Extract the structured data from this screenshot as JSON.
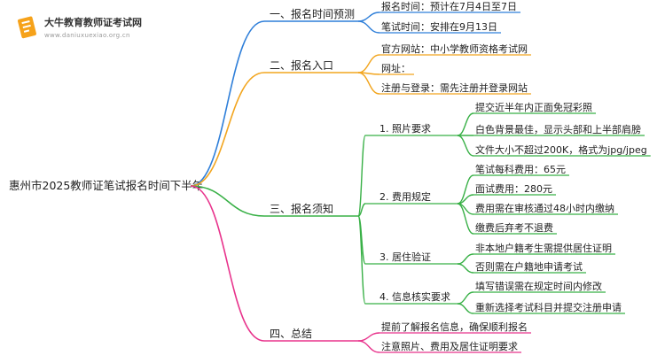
{
  "logo": {
    "name": "大牛教育教师证考试网",
    "url": "www.daniuxuexiao.org.cn"
  },
  "root": "惠州市2025教师证笔试报名时间下半年",
  "colors": {
    "blue": "#2f7fd9",
    "orange": "#f2a51e",
    "green": "#38b046",
    "pink": "#e8338c"
  },
  "sections": [
    {
      "label": "一、报名时间预测",
      "color": "blue",
      "items": [
        "报名时间：预计在7月4日至7日",
        "笔试时间：安排在9月13日"
      ]
    },
    {
      "label": "二、报名入口",
      "color": "orange",
      "items": [
        "官方网站：中小学教师资格考试网",
        "网址：",
        "注册与登录：需先注册并登录网站"
      ]
    },
    {
      "label": "三、报名须知",
      "color": "green",
      "groups": [
        {
          "label": "1. 照片要求",
          "items": [
            "提交近半年内正面免冠彩照",
            "白色背景最佳，显示头部和上半部肩膀",
            "文件大小不超过200K，格式为jpg/jpeg"
          ]
        },
        {
          "label": "2. 费用规定",
          "items": [
            "笔试每科费用：65元",
            "面试费用：280元",
            "费用需在审核通过48小时内缴纳",
            "缴费后弃考不退费"
          ]
        },
        {
          "label": "3. 居住验证",
          "items": [
            "非本地户籍考生需提供居住证明",
            "否则需在户籍地申请考试"
          ]
        },
        {
          "label": "4. 信息核实要求",
          "items": [
            "填写错误需在规定时间内修改",
            "重新选择考试科目并提交注册申请"
          ]
        }
      ]
    },
    {
      "label": "四、总结",
      "color": "pink",
      "items": [
        "提前了解报名信息，确保顺利报名",
        "注意照片、费用及居住证明要求"
      ]
    }
  ]
}
